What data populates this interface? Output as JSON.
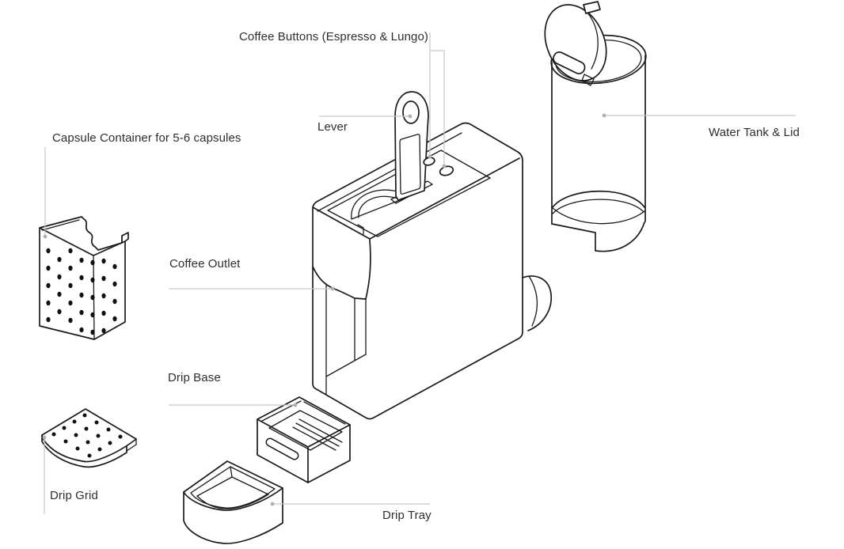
{
  "diagram": {
    "labels": {
      "coffee_buttons": "Coffee Buttons (Espresso & Lungo)",
      "lever": "Lever",
      "water_tank": "Water Tank & Lid",
      "capsule_container": "Capsule Container for 5-6 capsules",
      "coffee_outlet": "Coffee Outlet",
      "drip_base": "Drip Base",
      "drip_grid": "Drip Grid",
      "drip_tray": "Drip Tray"
    },
    "colors": {
      "background": "#ffffff",
      "line_art": "#1a1a1a",
      "leader_line": "#c6c6c6",
      "label_text": "#2e2e2e"
    }
  }
}
